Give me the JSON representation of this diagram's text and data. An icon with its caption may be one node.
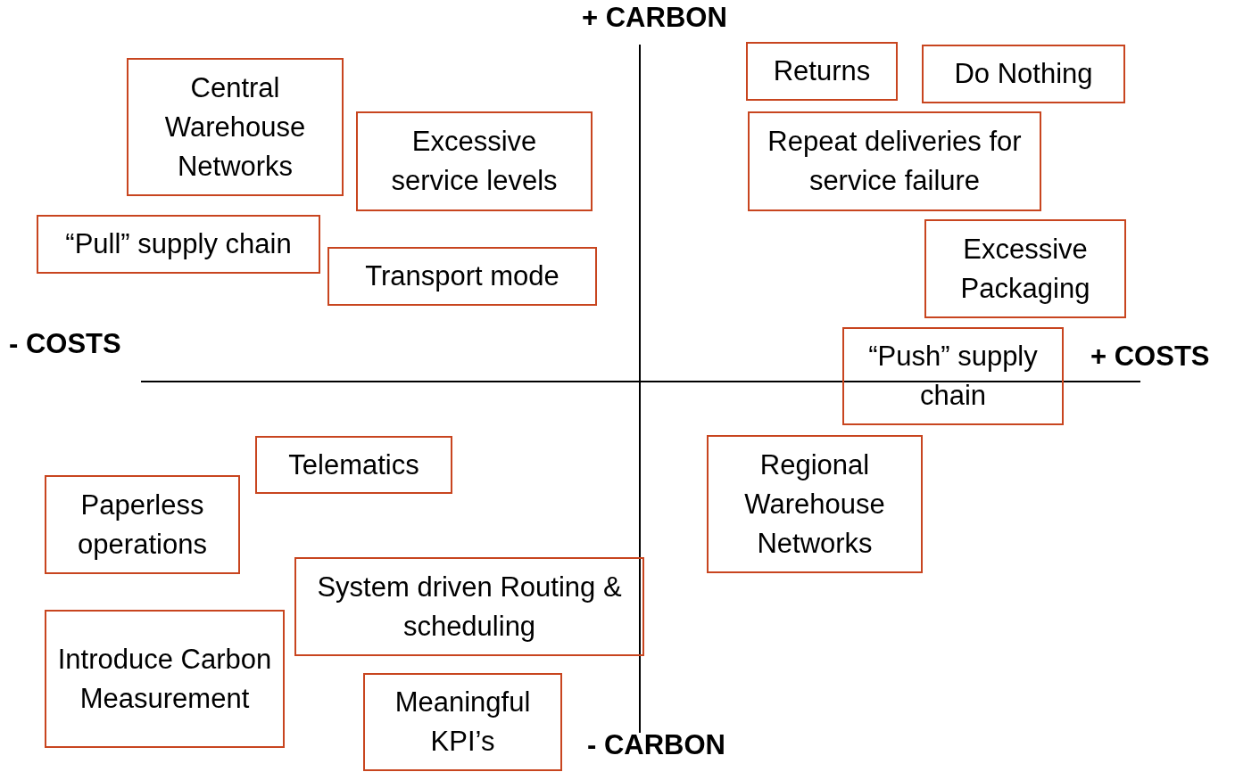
{
  "diagram": {
    "nodes": [
      {
        "text": [
          "Central Warehouse Networks"
        ]
      },
      {
        "text": [
          "Excessive service levels"
        ]
      },
      {
        "text": [
          "“Pull” supply chain"
        ]
      },
      {
        "text": [
          "Transport mode"
        ]
      },
      {
        "text": [
          "Returns"
        ]
      },
      {
        "text": [
          "Do Nothing"
        ]
      },
      {
        "text": [
          "Repeat deliveries for service failure"
        ]
      },
      {
        "text": [
          "Excessive Packaging"
        ]
      },
      {
        "text": [
          "“Push” supply chain"
        ]
      },
      {
        "text": [
          "Telematics"
        ]
      },
      {
        "text": [
          "Regional Warehouse Networks"
        ]
      },
      {
        "text": [
          "Paperless operations"
        ]
      },
      {
        "text": [
          "System driven Routing & scheduling"
        ]
      },
      {
        "text": [
          "Introduce Carbon Measurement"
        ]
      },
      {
        "text": [
          "Meaningful KPI’s"
        ]
      }
    ],
    "labels": [
      "+ CARBON",
      "- COSTS",
      "+ COSTS",
      "- CARBON"
    ]
  }
}
